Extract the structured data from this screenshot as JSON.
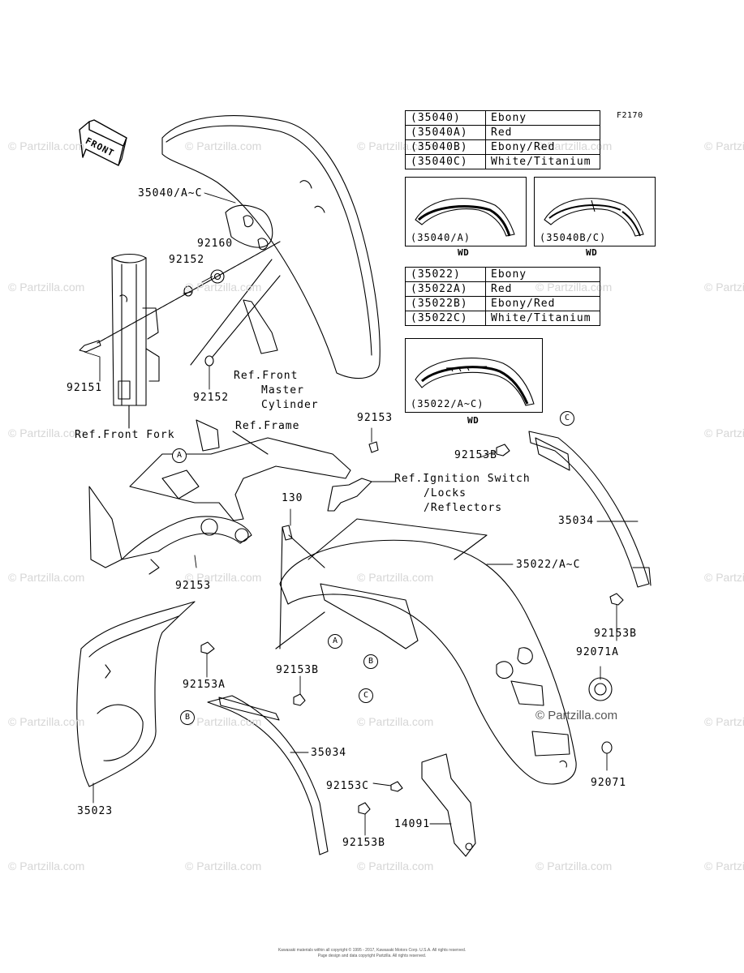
{
  "figure_id": "F2170",
  "front_label": "FRONT",
  "watermark": "© Partzilla.com",
  "watermark_main": "© Partzilla.com",
  "colors": {
    "line": "#000000",
    "watermark": "#d6d6d6"
  },
  "tables": {
    "front_fender": [
      {
        "code": "(35040)",
        "name": "Ebony"
      },
      {
        "code": "(35040A)",
        "name": "Red"
      },
      {
        "code": "(35040B)",
        "name": "Ebony/Red"
      },
      {
        "code": "(35040C)",
        "name": "White/Titanium"
      }
    ],
    "rear_fender": [
      {
        "code": "(35022)",
        "name": "Ebony"
      },
      {
        "code": "(35022A)",
        "name": "Red"
      },
      {
        "code": "(35022B)",
        "name": "Ebony/Red"
      },
      {
        "code": "(35022C)",
        "name": "White/Titanium"
      }
    ]
  },
  "variants": {
    "front_a": "(35040/A)",
    "front_bc": "(35040B/C)",
    "rear_ac": "(35022/A~C)",
    "wd": "WD"
  },
  "callouts": {
    "p35040": "35040/A~C",
    "p92160": "92160",
    "p92152a": "92152",
    "p92151": "92151",
    "p92152b": "92152",
    "ref_front_master_1": "Ref.Front",
    "ref_front_master_2": "Master",
    "ref_front_master_3": "Cylinder",
    "ref_front_fork": "Ref.Front Fork",
    "ref_frame": "Ref.Frame",
    "p92153_top": "92153",
    "ref_ignition_1": "Ref.Ignition Switch",
    "ref_ignition_2": "/Locks",
    "ref_ignition_3": "/Reflectors",
    "p92153b_top": "92153B",
    "p35034_right": "35034",
    "p130": "130",
    "p35022": "35022/A~C",
    "p92153_left": "92153",
    "p92153b_right": "92153B",
    "p92071a": "92071A",
    "p92153a": "92153A",
    "p92153b_mid": "92153B",
    "p35034_bottom": "35034",
    "p92153c": "92153C",
    "p92071": "92071",
    "p35023": "35023",
    "p14091": "14091",
    "p92153b_bottom": "92153B"
  },
  "circles": {
    "a": "A",
    "b": "B",
    "c": "C"
  },
  "footer": {
    "line1": "Kawasaki materials within all copyright © 1995 - 2017, Kawasaki Motors Corp. U.S.A. All rights reserved.",
    "line2": "Page design and data copyright Partzilla. All rights reserved."
  }
}
